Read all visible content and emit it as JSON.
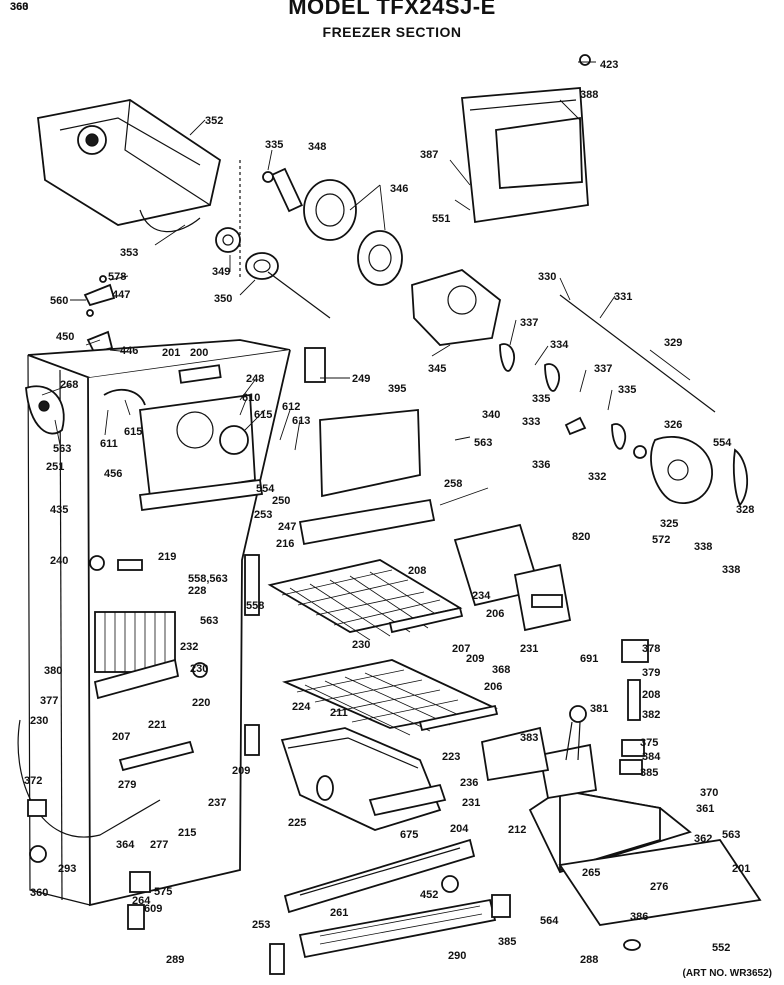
{
  "header": {
    "model": "MODEL TFX24SJ-E",
    "section": "FREEZER SECTION"
  },
  "footer": {
    "art_no": "(ART NO. WR3652)"
  },
  "part_numbers": [
    "423",
    "388",
    "387",
    "551",
    "352",
    "335",
    "348",
    "346",
    "353",
    "349",
    "350",
    "578",
    "447",
    "560",
    "450",
    "446",
    "345",
    "330",
    "331",
    "337",
    "334",
    "335",
    "329",
    "201",
    "200",
    "249",
    "268",
    "248",
    "610",
    "615",
    "612",
    "613",
    "395",
    "563",
    "340",
    "333",
    "337",
    "335",
    "611",
    "615",
    "563",
    "251",
    "456",
    "554",
    "250",
    "253",
    "336",
    "326",
    "332",
    "554",
    "435",
    "247",
    "258",
    "328",
    "325",
    "572",
    "338",
    "338",
    "240",
    "219",
    "216",
    "820",
    "208",
    "558,563",
    "228",
    "558",
    "234",
    "206",
    "563",
    "230",
    "207",
    "209",
    "231",
    "368",
    "691",
    "378",
    "379",
    "380",
    "232",
    "230",
    "220",
    "206",
    "208",
    "382",
    "381",
    "383",
    "375",
    "384",
    "385",
    "377",
    "230",
    "224",
    "211",
    "207",
    "221",
    "223",
    "209",
    "236",
    "231",
    "372",
    "279",
    "225",
    "237",
    "215",
    "204",
    "212",
    "370",
    "361",
    "362",
    "563",
    "675",
    "364",
    "277",
    "293",
    "201",
    "265",
    "360",
    "575",
    "264",
    "609",
    "452",
    "261",
    "276",
    "564",
    "386",
    "253",
    "385",
    "290",
    "289",
    "288",
    "552",
    "363",
    "360"
  ]
}
